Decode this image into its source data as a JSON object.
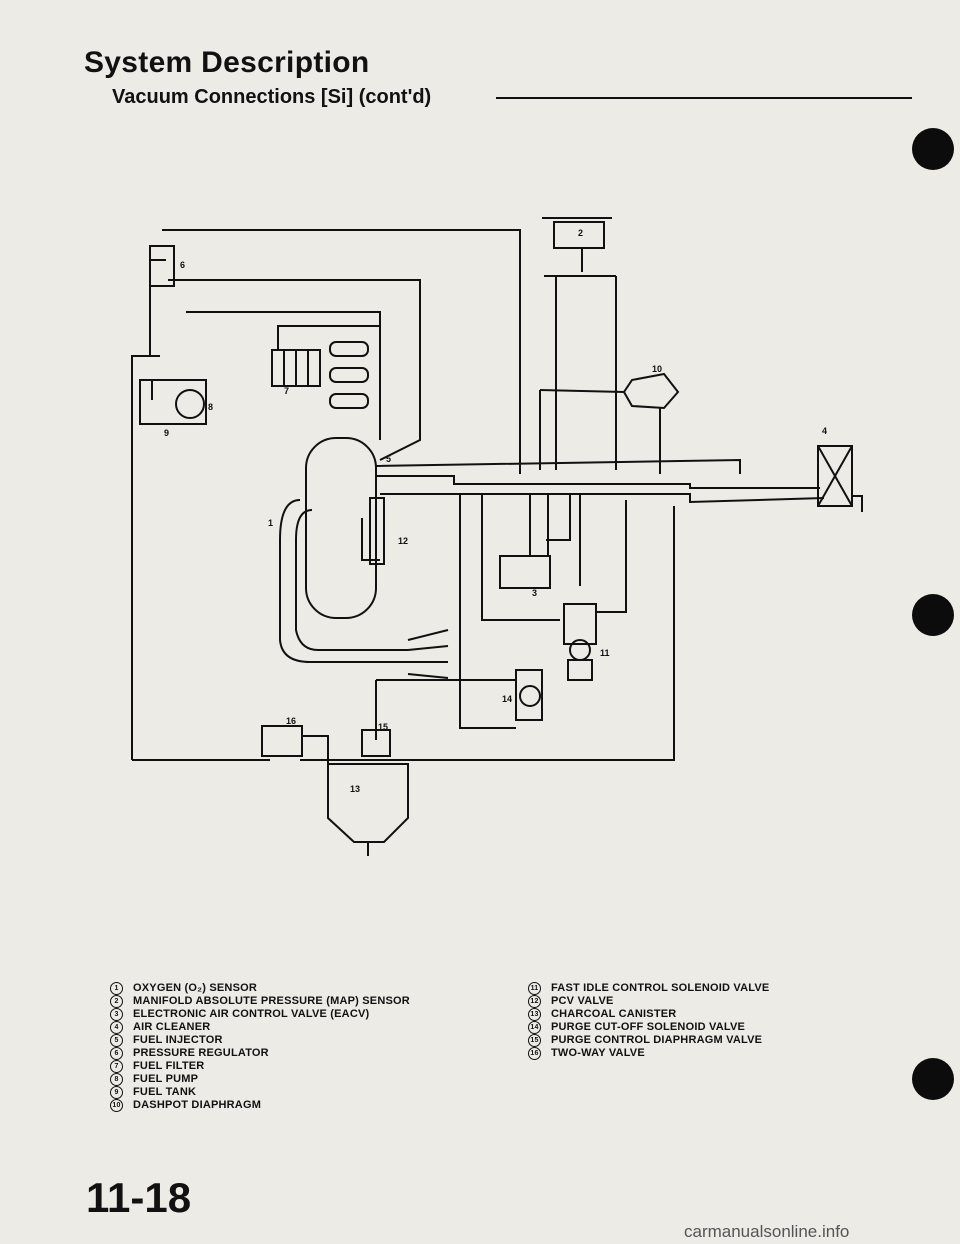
{
  "header": {
    "title": "System Description",
    "subtitle": "Vacuum Connections [Si] (cont'd)"
  },
  "diagram": {
    "callouts": [
      "1",
      "2",
      "3",
      "4",
      "5",
      "6",
      "7",
      "8",
      "9",
      "10",
      "11",
      "12",
      "13",
      "14",
      "15",
      "16"
    ]
  },
  "legend": {
    "left": [
      {
        "num": "1",
        "text": "OXYGEN (O₂) SENSOR"
      },
      {
        "num": "2",
        "text": "MANIFOLD ABSOLUTE PRESSURE (MAP) SENSOR"
      },
      {
        "num": "3",
        "text": "ELECTRONIC AIR CONTROL VALVE (EACV)"
      },
      {
        "num": "4",
        "text": "AIR CLEANER"
      },
      {
        "num": "5",
        "text": "FUEL INJECTOR"
      },
      {
        "num": "6",
        "text": "PRESSURE REGULATOR"
      },
      {
        "num": "7",
        "text": "FUEL FILTER"
      },
      {
        "num": "8",
        "text": "FUEL PUMP"
      },
      {
        "num": "9",
        "text": "FUEL TANK"
      },
      {
        "num": "10",
        "text": "DASHPOT DIAPHRAGM"
      }
    ],
    "right": [
      {
        "num": "11",
        "text": "FAST IDLE CONTROL SOLENOID VALVE"
      },
      {
        "num": "12",
        "text": "PCV VALVE"
      },
      {
        "num": "13",
        "text": "CHARCOAL CANISTER"
      },
      {
        "num": "14",
        "text": "PURGE CUT-OFF SOLENOID VALVE"
      },
      {
        "num": "15",
        "text": "PURGE CONTROL DIAPHRAGM VALVE"
      },
      {
        "num": "16",
        "text": "TWO-WAY VALVE"
      }
    ]
  },
  "footer": {
    "page_number": "11-18",
    "watermark": "carmanualsonline.info"
  }
}
